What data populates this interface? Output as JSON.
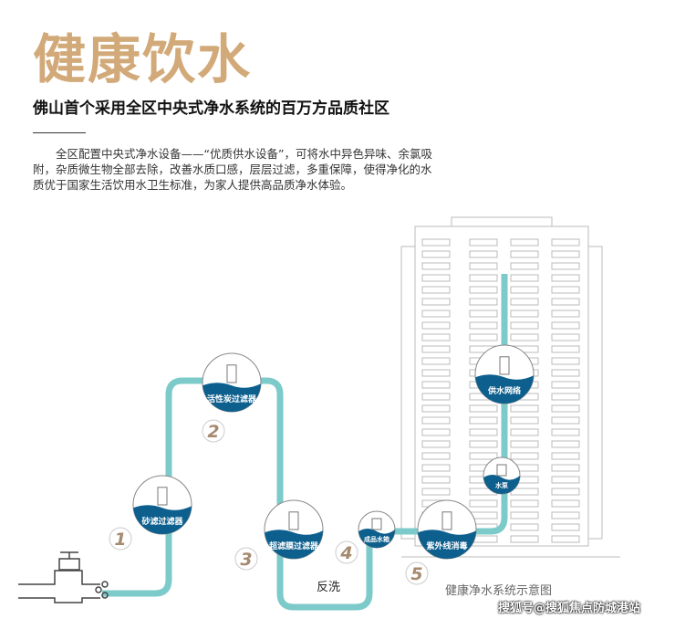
{
  "title": "健康饮水",
  "subtitle": "佛山首个采用全区中央式净水系统的百万方品质社区",
  "body": "全区配置中央式净水设备——“优质供水设备”，可将水中异色异味、余氯吸附，杂质微生物全部去除，改善水质口感，层层过滤，多重保障，使得净化的水质优于国家生活饮用水卫生标准，为家人提供高品质净水体验。",
  "stages": [
    {
      "num": "1",
      "label": "砂滤过滤器"
    },
    {
      "num": "2",
      "label": "活性炭过滤器"
    },
    {
      "num": "3",
      "label": "超滤膜过滤器"
    },
    {
      "num": "4",
      "label": "成品水箱"
    },
    {
      "num": "5",
      "label": "紫外线消毒"
    }
  ],
  "pump_label": "水泵",
  "network_label": "供水网络",
  "backwash": "反洗",
  "caption": "健康净水系统示意图",
  "watermark": "搜狐号@搜狐焦点防城港站",
  "colors": {
    "title": "#d2aa7a",
    "pipe": "#7ccac9",
    "water": "#0d5f8e",
    "number": "#a58a70"
  }
}
